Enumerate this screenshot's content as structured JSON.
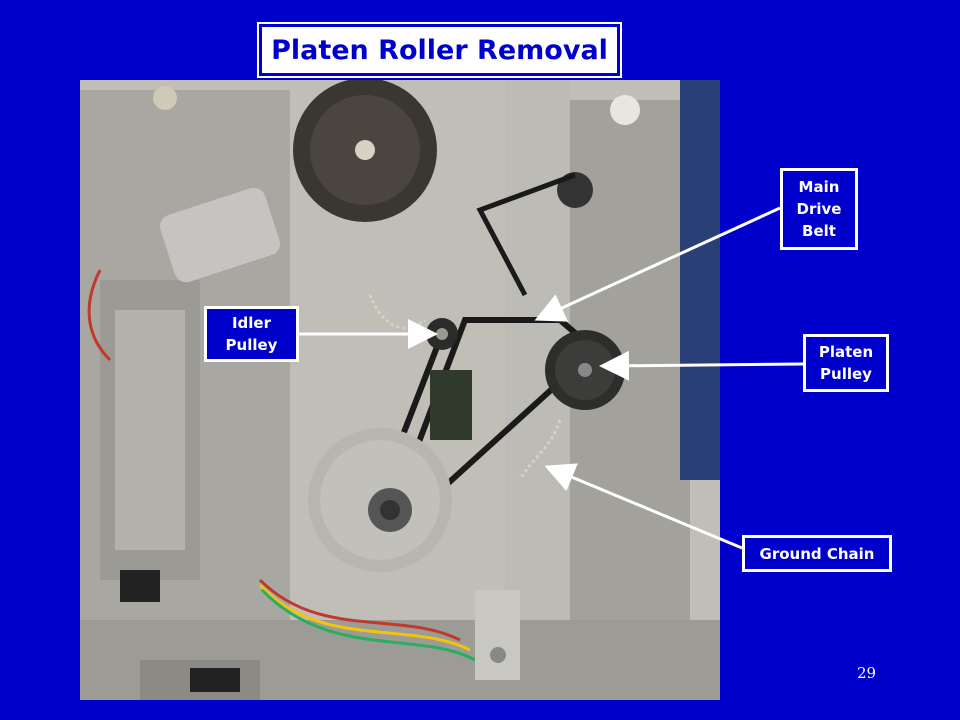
{
  "slide": {
    "title": "Platen Roller Removal",
    "page_number": "29",
    "background_color": "#0000cc"
  },
  "callouts": {
    "main_drive_belt": "Main\nDrive\nBelt",
    "idler_pulley": "Idler\nPulley",
    "platen_pulley": "Platen\nPulley",
    "ground_chain": "Ground Chain"
  },
  "photo": {
    "subject": "printer mechanism with drive belt, pulleys and ground chain"
  }
}
